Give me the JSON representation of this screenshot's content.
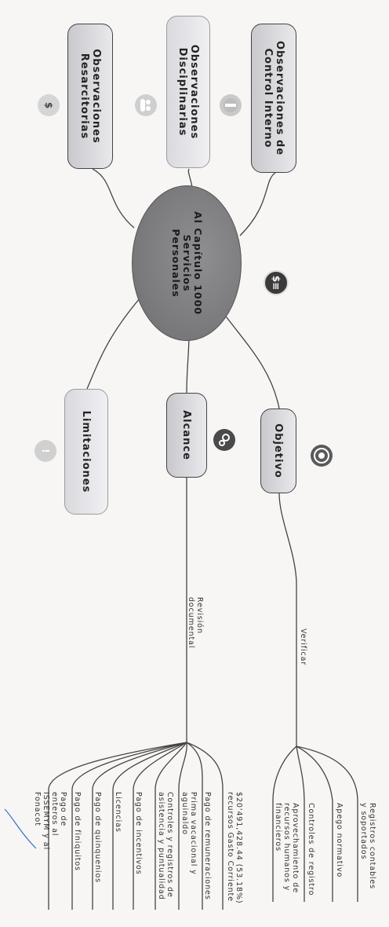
{
  "central": "Al Capítulo 1000 Servicios Personales",
  "branches": {
    "control_interno": "Observaciones de Control Interno",
    "disciplinarias": "Observaciones Disciplinarias",
    "resarcitorias": "Observaciones Resarcitorias",
    "objetivo": "Objetivo",
    "alcance": "Alcance",
    "limitaciones": "Limitaciones"
  },
  "objetivo": {
    "verbo": "Verificar",
    "items": [
      "Registros contables y soportados",
      "Apego normativo",
      "Controles de registro",
      "Aprovechamiento de recursos humanos y financieros"
    ]
  },
  "alcance": {
    "revision": "Revisión documental",
    "items": [
      "$20'491,428.44 (53.18%) recursos Gasto Corriente",
      "Pago de remuneraciones",
      "Prima vacacional y aguinaldo",
      "Controles y registros de asistencia y puntualidad",
      "Pago de incentivos",
      "Licencias",
      "Pago de quinquenios",
      "Pago de finiquitos",
      "Pago de enteros al ISSEMYM y al Fonacot"
    ]
  },
  "icons": {
    "control_interno": "control-circle-icon",
    "disciplinarias": "people-group-icon",
    "resarcitorias": "money-hand-icon",
    "central": "money-list-icon",
    "objetivo": "target-icon",
    "alcance": "gears-icon",
    "limitaciones": "warning-sign-icon"
  },
  "colors": {
    "central_fill": "#7d7d7f",
    "node_fill": "#d9d8dc",
    "pen_mark": "#2f6fd0"
  }
}
